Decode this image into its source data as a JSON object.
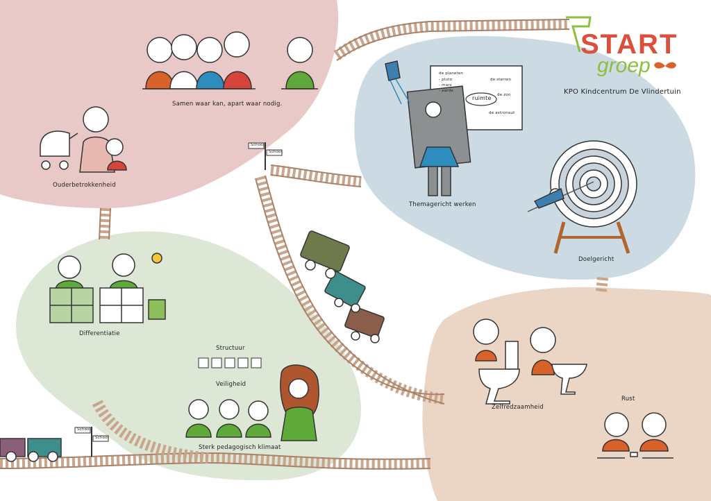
{
  "colors": {
    "zone_pink": "#E9C9C7",
    "zone_blue": "#CCDBE3",
    "zone_green": "#DCE7D5",
    "zone_peach": "#EBD5C4",
    "rail": "#C9A58C",
    "rail_dark": "#A9826A",
    "green_shirt": "#5FA93A",
    "orange_shirt": "#D9622B",
    "blue_shirt": "#2F8CBE",
    "red_shirt": "#D6453C",
    "logo_s": "#D9503C",
    "logo_t": "#E98A2C",
    "logo_a": "#3E9DBC",
    "logo_r": "#D9503C",
    "logo_t2": "#A6C43B",
    "logo_groep": "#8CBF3F"
  },
  "logo": {
    "word1": "START",
    "word2": "groep",
    "subtitle": "KPO Kindcentrum De Vlindertuin"
  },
  "labels": {
    "samen": "Samen waar kan, apart waar nodig.",
    "ouder": "Ouderbetrokkenheid",
    "thema": "Themagericht werken",
    "doel": "Doelgericht",
    "diff": "Differentiatie",
    "structuur": "Structuur",
    "veiligheid": "Veiligheid",
    "klimaat": "Sterk pedagogisch klimaat",
    "zelf": "Zelfredzaamheid",
    "rust": "Rust"
  },
  "signs": {
    "school": "School"
  },
  "mindmap": {
    "center": "ruimte",
    "left": [
      "de planeten",
      "- pluto",
      "- mars",
      "- aarde"
    ],
    "right": [
      "de sterren",
      "de zon",
      "de astronaut"
    ]
  },
  "icons": [
    "schedule-icon",
    "arch-icon",
    "drop-icon",
    "pencil-icon",
    "house-icon"
  ]
}
